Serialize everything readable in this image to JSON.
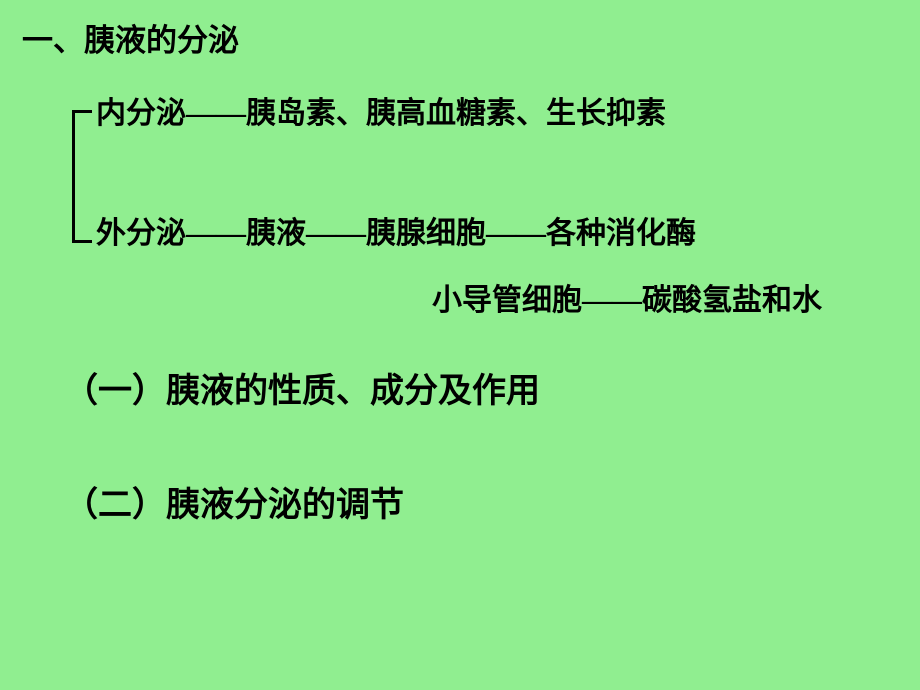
{
  "slide": {
    "bg_color": "#90EE90",
    "title": "一、胰液的分泌",
    "tree": {
      "endocrine_line": "内分泌——胰岛素、胰高血糖素、生长抑素",
      "exocrine_line": "外分泌——胰液——胰腺细胞——各种消化酶",
      "duct_line": "小导管细胞——碳酸氢盐和水"
    },
    "sections": {
      "section1": "（一）胰液的性质、成分及作用",
      "section2": "（二）胰液分泌的调节"
    }
  }
}
